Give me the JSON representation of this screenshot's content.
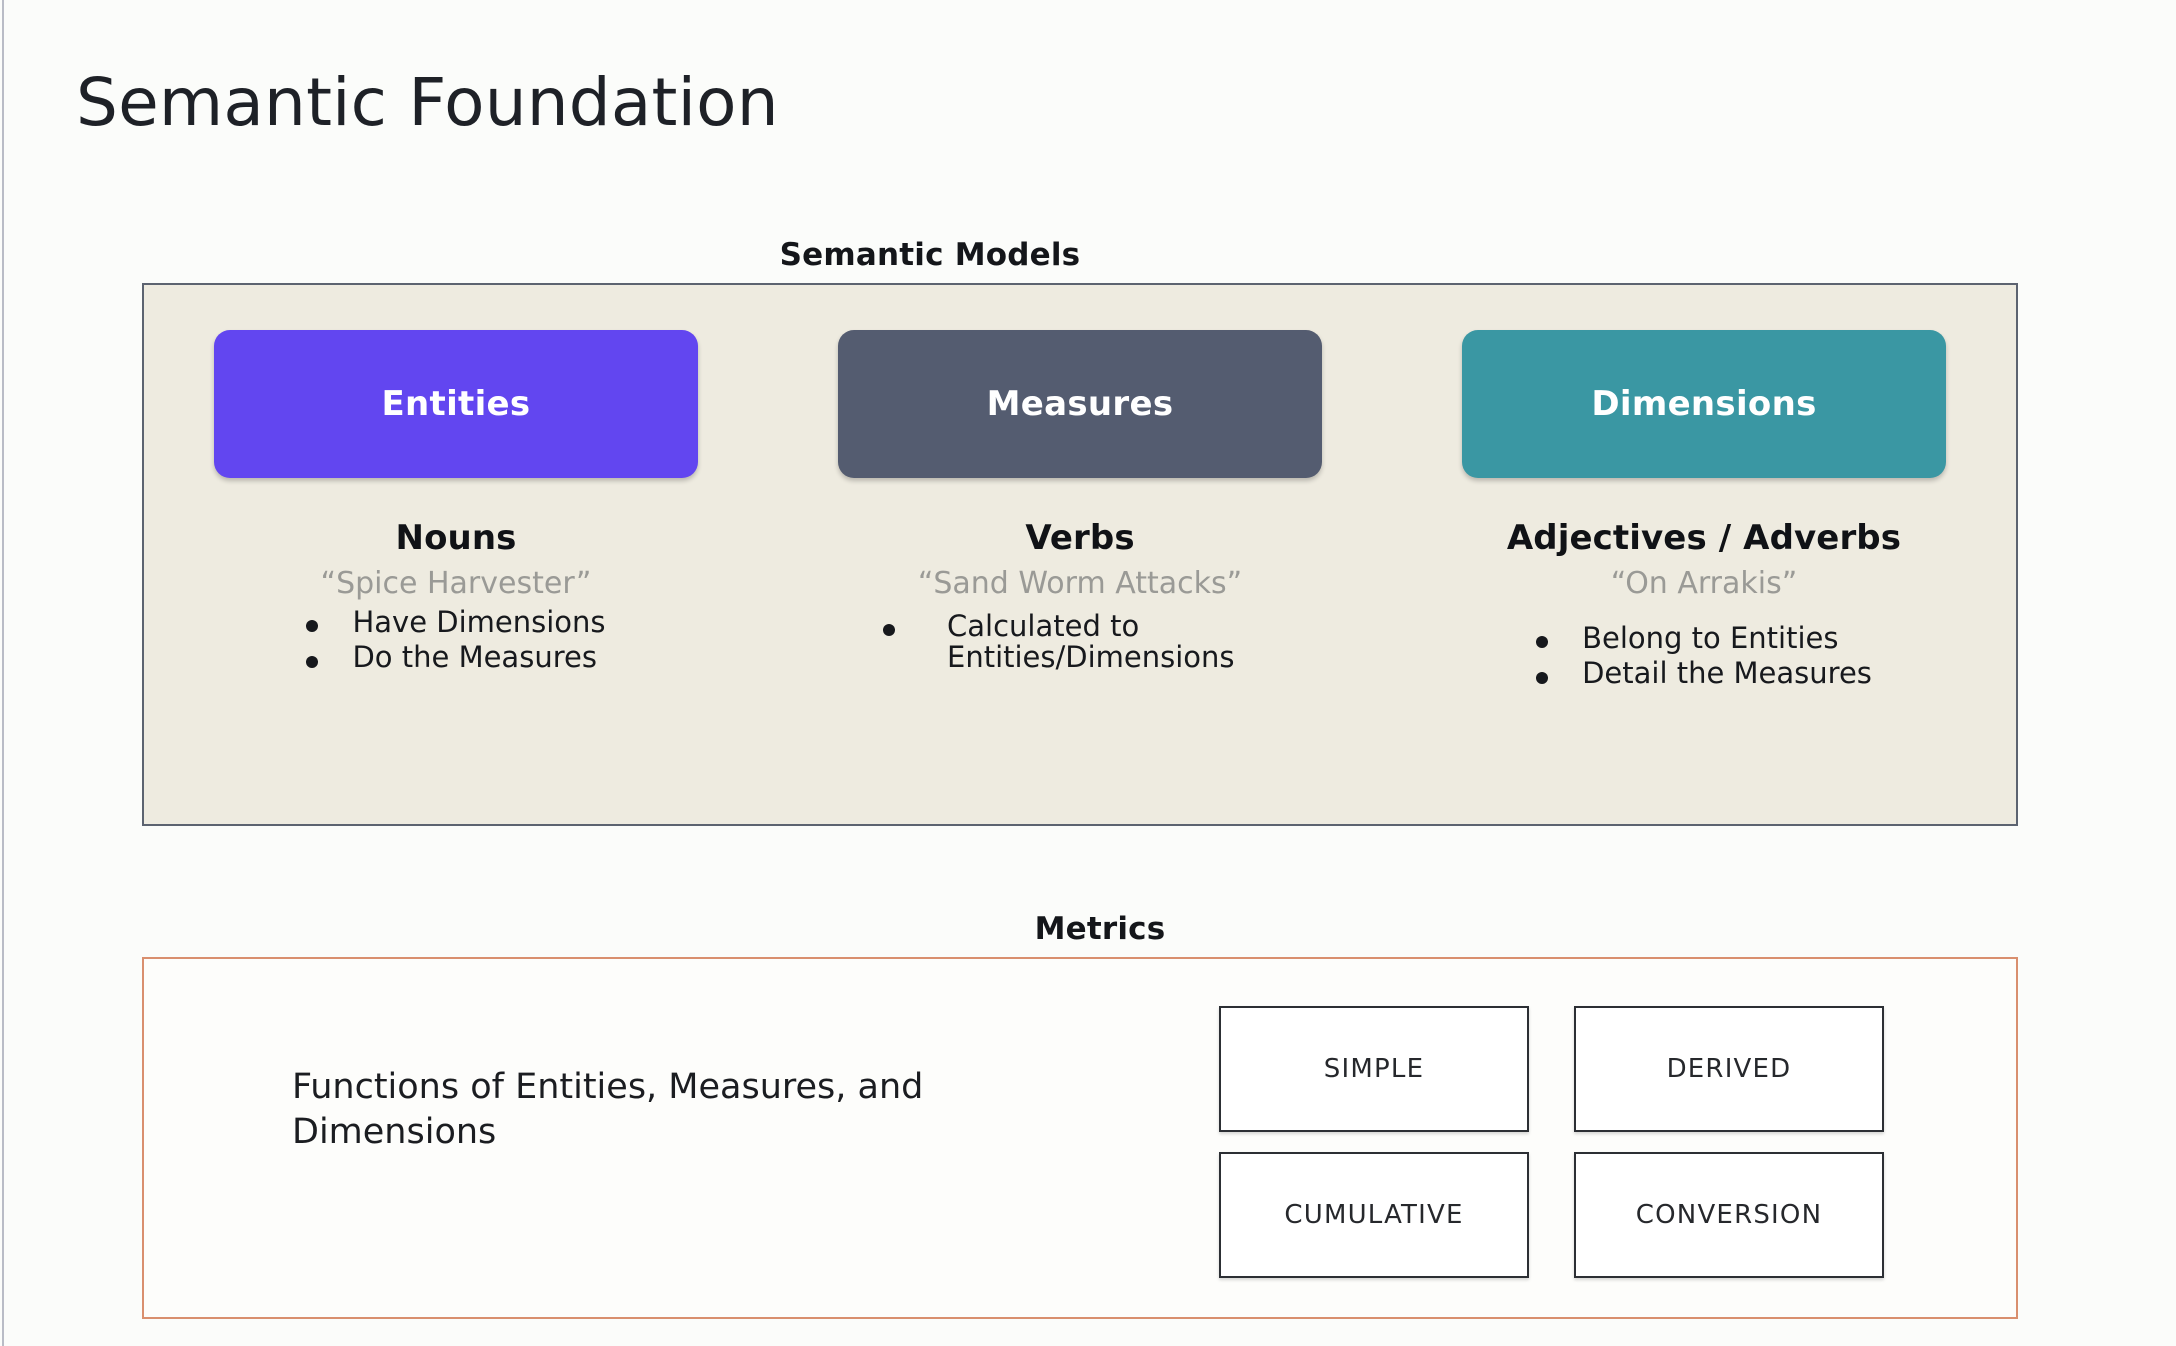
{
  "slide": {
    "title": "Semantic Foundation",
    "background_color": "#fbfcfa"
  },
  "semantic_models": {
    "heading": "Semantic Models",
    "panel_bg_color": "#eeebe0",
    "panel_border_color": "#5c6370",
    "columns": [
      {
        "pill_label": "Entities",
        "pill_color": "#6246f0",
        "part_of_speech": "Nouns",
        "example": "“Spice Harvester”",
        "bullets": [
          "Have Dimensions",
          "Do the Measures"
        ]
      },
      {
        "pill_label": "Measures",
        "pill_color": "#545c70",
        "part_of_speech": "Verbs",
        "example": "“Sand Worm Attacks”",
        "bullets": [
          "Calculated to Entities/Dimensions"
        ]
      },
      {
        "pill_label": "Dimensions",
        "pill_color": "#3a97a3",
        "part_of_speech": "Adjectives / Adverbs",
        "example": "“On Arrakis”",
        "bullets": [
          "Belong to Entities",
          "Detail the Measures"
        ]
      }
    ]
  },
  "metrics": {
    "heading": "Metrics",
    "panel_border_color": "#d98f6e",
    "description": "Functions of Entities, Measures, and Dimensions",
    "types": [
      "SIMPLE",
      "DERIVED",
      "CUMULATIVE",
      "CONVERSION"
    ]
  }
}
